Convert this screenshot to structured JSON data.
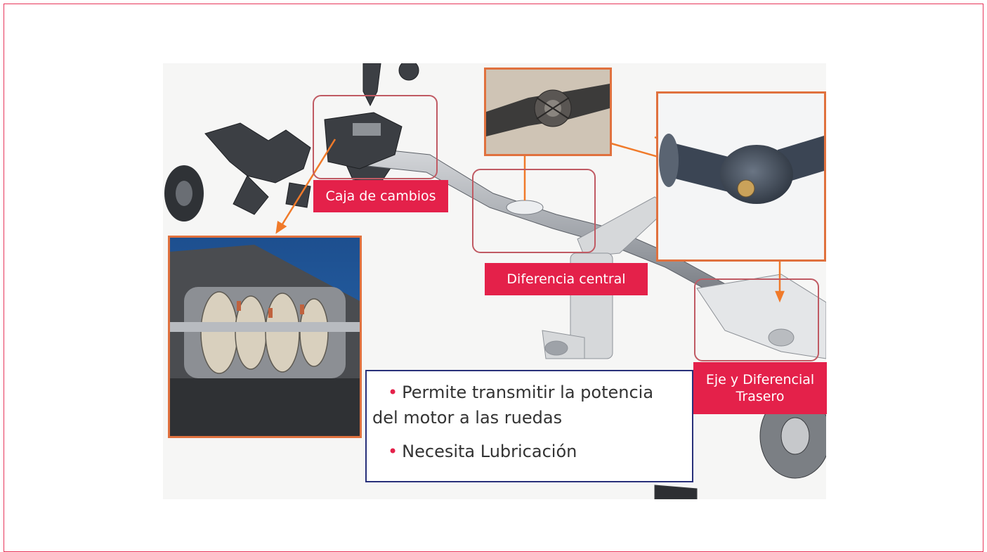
{
  "labels": {
    "gearbox": "Caja de cambios",
    "center_diff": "Diferencia central",
    "rear_axle_line1": "Eje y Diferencial",
    "rear_axle_line2": "Trasero"
  },
  "bullets": {
    "item1_line1": "Permite transmitir la potencia",
    "item1_line2": "del motor a las ruedas",
    "item2": "Necesita Lubricación"
  },
  "colors": {
    "frame": "#e8365a",
    "label_bg": "#e4214a",
    "outline": "#c05a63",
    "photo_border": "#e0713e",
    "arrow": "#f07a2a",
    "info_border": "#28307a"
  },
  "icons": {
    "bullet": "bullet-dot"
  }
}
